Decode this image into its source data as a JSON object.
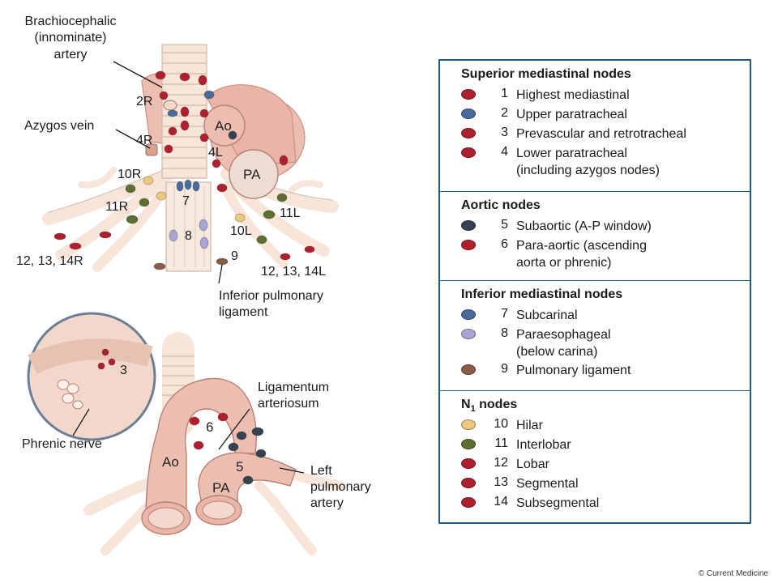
{
  "colors": {
    "red": "#b01f2e",
    "blue": "#4a6b9e",
    "dark_blue": "#344352",
    "lavender": "#a7a5d3",
    "brown": "#8b5c45",
    "yellow": "#ecc77e",
    "green": "#5b6f30",
    "vessel": "#ecbeb1",
    "airway": "#f6e5d8",
    "border": "#1f5b85"
  },
  "top_labels": {
    "brachio_1": "Brachiocephalic",
    "brachio_2": "(innominate)",
    "brachio_3": "artery",
    "azygos": "Azygos vein",
    "n2r": "2R",
    "n4r": "4R",
    "n10r": "10R",
    "n11r": "11R",
    "n12r": "12, 13, 14R",
    "ao": "Ao",
    "pa": "PA",
    "n4l": "4L",
    "n7": "7",
    "n8": "8",
    "n9": "9",
    "n10l": "10L",
    "n11l": "11L",
    "n12l": "12, 13, 14L",
    "ipl_1": "Inferior pulmonary",
    "ipl_2": "ligament"
  },
  "bottom_labels": {
    "n3": "3",
    "phrenic": "Phrenic nerve",
    "lig_1": "Ligamentum",
    "lig_2": "arteriosum",
    "n6": "6",
    "n5": "5",
    "ao": "Ao",
    "pa": "PA",
    "lpa_1": "Left",
    "lpa_2": "pulmonary",
    "lpa_3": "artery"
  },
  "legend": {
    "sections": [
      {
        "title": "Superior mediastinal nodes",
        "items": [
          {
            "num": "1",
            "color": "red",
            "text": "Highest mediastinal",
            "text2": ""
          },
          {
            "num": "2",
            "color": "blue",
            "text": "Upper paratracheal",
            "text2": ""
          },
          {
            "num": "3",
            "color": "red",
            "text": "Prevascular and retrotracheal",
            "text2": ""
          },
          {
            "num": "4",
            "color": "red",
            "text": "Lower paratracheal",
            "text2": "(including azygos nodes)"
          }
        ]
      },
      {
        "title": "Aortic nodes",
        "items": [
          {
            "num": "5",
            "color": "dark_blue",
            "text": "Subaortic (A-P window)",
            "text2": ""
          },
          {
            "num": "6",
            "color": "red",
            "text": "Para-aortic (ascending",
            "text2": "aorta or phrenic)"
          }
        ]
      },
      {
        "title": "Inferior mediastinal nodes",
        "items": [
          {
            "num": "7",
            "color": "blue",
            "text": "Subcarinal",
            "text2": ""
          },
          {
            "num": "8",
            "color": "lavender",
            "text": "Paraesophageal",
            "text2": "(below carina)"
          },
          {
            "num": "9",
            "color": "brown",
            "text": "Pulmonary ligament",
            "text2": ""
          }
        ]
      },
      {
        "title": "N",
        "title_sub": "1",
        "title_rest": " nodes",
        "items": [
          {
            "num": "10",
            "color": "yellow",
            "text": "Hilar",
            "text2": ""
          },
          {
            "num": "11",
            "color": "green",
            "text": "Interlobar",
            "text2": ""
          },
          {
            "num": "12",
            "color": "red",
            "text": "Lobar",
            "text2": ""
          },
          {
            "num": "13",
            "color": "red",
            "text": "Segmental",
            "text2": ""
          },
          {
            "num": "14",
            "color": "red",
            "text": "Subsegmental",
            "text2": ""
          }
        ]
      }
    ]
  },
  "copyright": "© Current Medicine"
}
